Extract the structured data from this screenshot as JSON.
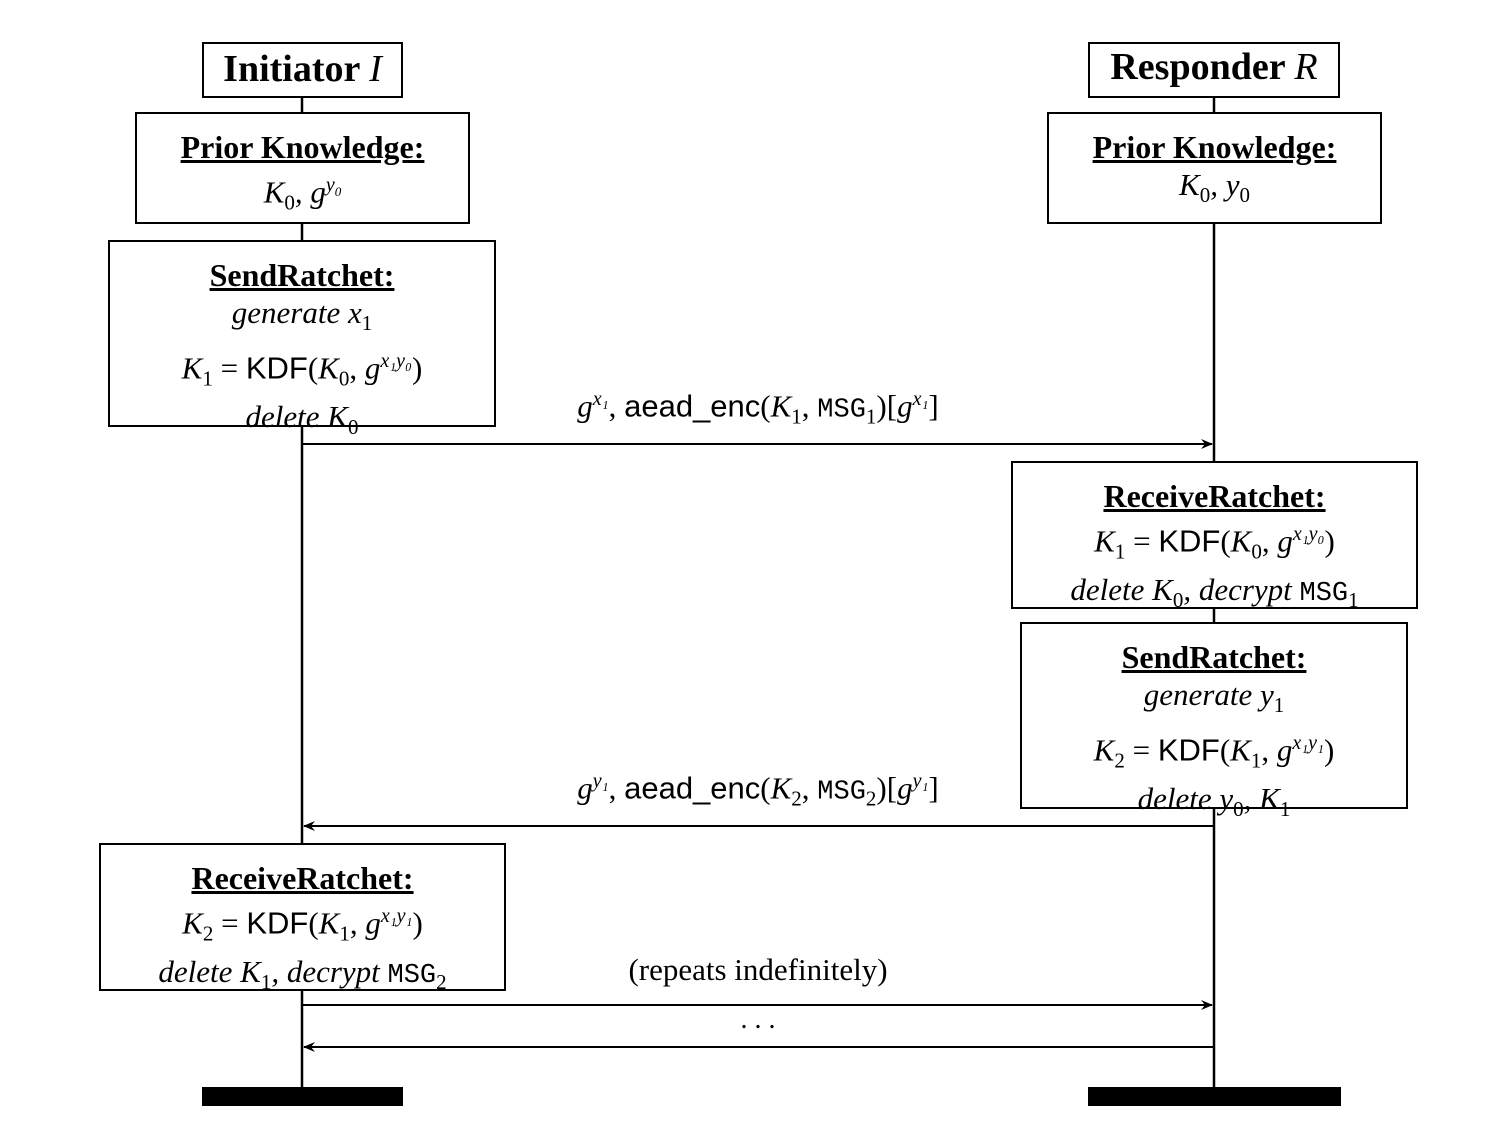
{
  "actors": {
    "initiator": {
      "label": "Initiator",
      "symbol": "I"
    },
    "responder": {
      "label": "Responder",
      "symbol": "R"
    }
  },
  "initiator_prior": {
    "heading": "Prior Knowledge:",
    "k": "K",
    "k_sub": "0",
    "g": "g",
    "g_sup": "y",
    "g_sup_sub": "0"
  },
  "responder_prior": {
    "heading": "Prior Knowledge:",
    "k": "K",
    "k_sub": "0",
    "y": "y",
    "y_sub": "0"
  },
  "initiator_send": {
    "heading": "SendRatchet:",
    "line1_word": "generate",
    "line1_var": "x",
    "line1_var_sub": "1",
    "line2": {
      "lhs": "K",
      "lhs_sub": "1",
      "eq": "=",
      "fn": "KDF",
      "arg_k": "K",
      "arg_k_sub": "0",
      "g": "g",
      "exp": "x₁y₀"
    },
    "line3_word": "delete",
    "line3_var": "K",
    "line3_var_sub": "0"
  },
  "message1": {
    "g": "g",
    "g_sup": "x₁",
    "fn": "aead_enc",
    "k": "K",
    "k_sub": "1",
    "msg": "MSG",
    "msg_sub": "1",
    "tag_g": "g",
    "tag_sup": "x₁"
  },
  "responder_receive": {
    "heading": "ReceiveRatchet:",
    "line1": {
      "lhs": "K",
      "lhs_sub": "1",
      "eq": "=",
      "fn": "KDF",
      "arg_k": "K",
      "arg_k_sub": "0",
      "g": "g",
      "exp": "x₁y₀"
    },
    "line2_word": "delete",
    "line2_var": "K",
    "line2_var_sub": "0",
    "line2_word2": "decrypt",
    "line2_msg": "MSG",
    "line2_msg_sub": "1"
  },
  "responder_send": {
    "heading": "SendRatchet:",
    "line1_word": "generate",
    "line1_var": "y",
    "line1_var_sub": "1",
    "line2": {
      "lhs": "K",
      "lhs_sub": "2",
      "eq": "=",
      "fn": "KDF",
      "arg_k": "K",
      "arg_k_sub": "1",
      "g": "g",
      "exp": "x₁y₁"
    },
    "line3_word": "delete",
    "line3_var_a": "y",
    "line3_var_a_sub": "0",
    "line3_var_b": "K",
    "line3_var_b_sub": "1"
  },
  "message2": {
    "g": "g",
    "g_sup": "y₁",
    "fn": "aead_enc",
    "k": "K",
    "k_sub": "2",
    "msg": "MSG",
    "msg_sub": "2",
    "tag_g": "g",
    "tag_sup": "y₁"
  },
  "initiator_receive": {
    "heading": "ReceiveRatchet:",
    "line1": {
      "lhs": "K",
      "lhs_sub": "2",
      "eq": "=",
      "fn": "KDF",
      "arg_k": "K",
      "arg_k_sub": "1",
      "g": "g",
      "exp": "x₁y₁"
    },
    "line2_word": "delete",
    "line2_var": "K",
    "line2_var_sub": "1",
    "line2_word2": "decrypt",
    "line2_msg": "MSG",
    "line2_msg_sub": "2"
  },
  "repeat_label": "(repeats indefinitely)",
  "ellipsis": ". . ."
}
